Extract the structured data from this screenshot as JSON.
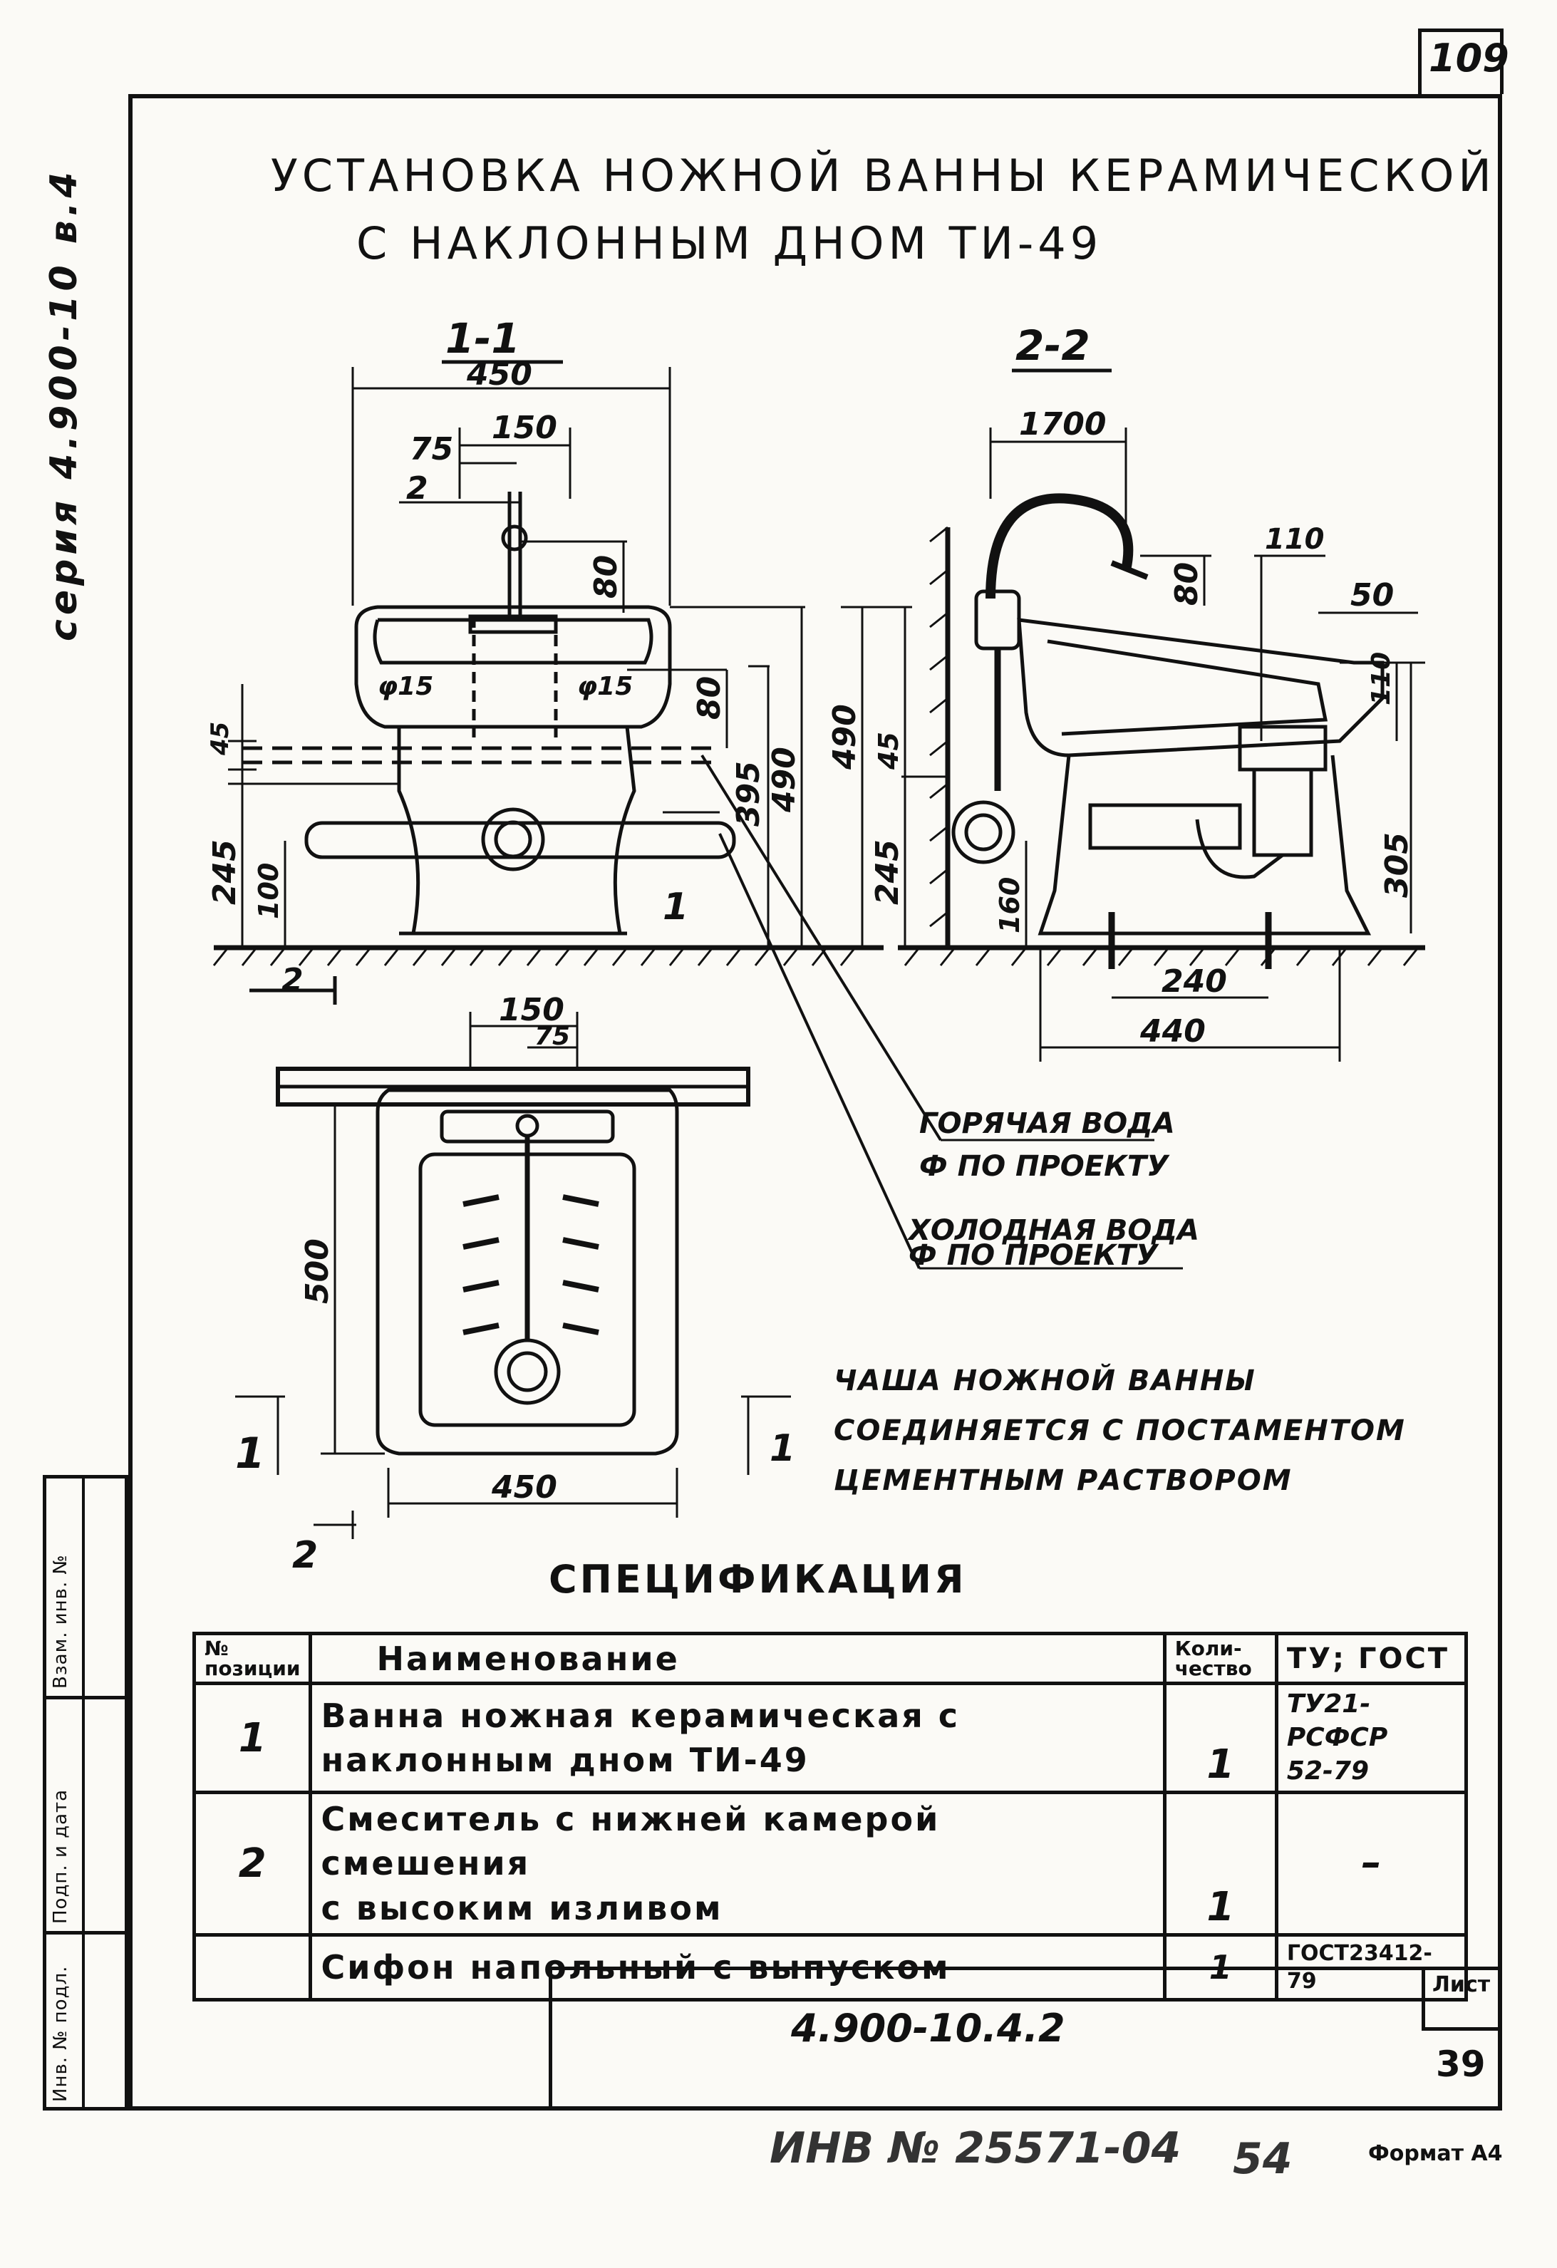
{
  "page_number": "109",
  "side_series": "серия 4.900-10 в.4",
  "title": {
    "line1": "УСТАНОВКА НОЖНОЙ ВАННЫ КЕРАМИЧЕСКОЙ",
    "line2": "С НАКЛОННЫМ ДНОМ ТИ-49"
  },
  "section_11": {
    "label": "1-1",
    "dims": [
      "450",
      "150",
      "75",
      "80",
      "80",
      "395",
      "490",
      "245",
      "100",
      "45"
    ],
    "labels": [
      "2",
      "1",
      "φ15",
      "φ15"
    ]
  },
  "section_22": {
    "label": "2-2",
    "dims": [
      "1700",
      "110",
      "50",
      "80",
      "110",
      "490",
      "45",
      "245",
      "160",
      "305",
      "240",
      "440"
    ]
  },
  "plan": {
    "dims": [
      "150",
      "75",
      "500",
      "450"
    ],
    "marks": [
      "1",
      "1",
      "2",
      "2"
    ]
  },
  "callouts": {
    "hot_line1": "ГОРЯЧАЯ ВОДА",
    "hot_line2": "Ф ПО ПРОЕКТУ",
    "cold_line1": "ХОЛОДНАЯ ВОДА",
    "cold_line2": "Ф ПО ПРОЕКТУ"
  },
  "note": {
    "line1": "ЧАША НОЖНОЙ ВАННЫ",
    "line2": "СОЕДИНЯЕТСЯ С ПОСТАМЕНТОМ",
    "line3": "ЦЕМЕНТНЫМ РАСТВОРОМ"
  },
  "spec": {
    "title": "СПЕЦИФИКАЦИЯ",
    "headers": {
      "pos": "№ позиции",
      "name": "Наименование",
      "qty": "Коли- чество",
      "gost": "ТУ; ГОСТ"
    },
    "rows": [
      {
        "pos": "1",
        "name_l1": "Ванна ножная керамическая с",
        "name_l2": "наклонным дном ТИ-49",
        "qty": "1",
        "gost_l1": "ТУ21-РСФСР",
        "gost_l2": "52-79"
      },
      {
        "pos": "2",
        "name_l1": "Смеситель с нижней камерой смешения",
        "name_l2": "с высоким изливом",
        "qty": "1",
        "gost_l1": "–",
        "gost_l2": ""
      },
      {
        "pos": "",
        "name_l1": "Сифон напольный с выпуском",
        "name_l2": "",
        "qty": "1",
        "gost_l1": "ГОСТ23412-79",
        "gost_l2": ""
      }
    ]
  },
  "stamp": {
    "doc_code": "4.900-10.4.2",
    "sheet_label": "Лист",
    "sheet_no": "39"
  },
  "left_strip": [
    "Взам. инв. №",
    "Подп. и дата",
    "Инв. № подл."
  ],
  "footer": {
    "inv": "ИНВ № 25571-04",
    "num": "54",
    "format": "Формат А4"
  }
}
